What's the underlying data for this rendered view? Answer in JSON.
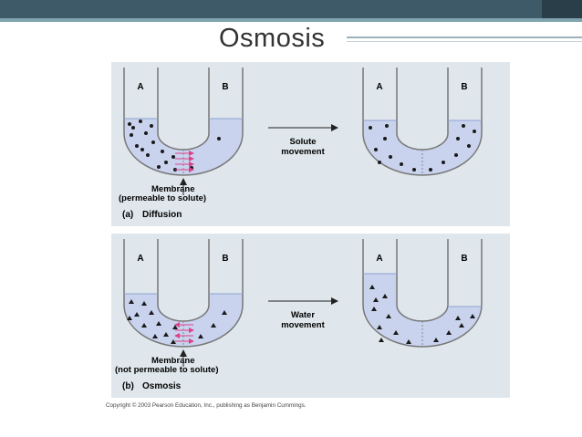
{
  "slide": {
    "title": "Osmosis",
    "copyright": "Copyright © 2003 Pearson Education, Inc., publishing as Benjamin Cummings."
  },
  "panel_a": {
    "left_tube": {
      "arm_a": "A",
      "arm_b": "B"
    },
    "right_tube": {
      "arm_a": "A",
      "arm_b": "B"
    },
    "arrow_label_line1": "Solute",
    "arrow_label_line2": "movement",
    "membrane_label": "Membrane",
    "membrane_note": "(permeable to solute)",
    "caption_letter": "(a)",
    "caption_text": "Diffusion"
  },
  "panel_b": {
    "left_tube": {
      "arm_a": "A",
      "arm_b": "B"
    },
    "right_tube": {
      "arm_a": "A",
      "arm_b": "B"
    },
    "arrow_label_line1": "Water",
    "arrow_label_line2": "movement",
    "membrane_label": "Membrane",
    "membrane_note": "(not permeable to solute)",
    "caption_letter": "(b)",
    "caption_text": "Osmosis"
  },
  "colors": {
    "header": "#3e5a68",
    "panel": "#dfe7ec",
    "water": "#c9d3ee",
    "membrane_arrows": "#e0408a"
  }
}
